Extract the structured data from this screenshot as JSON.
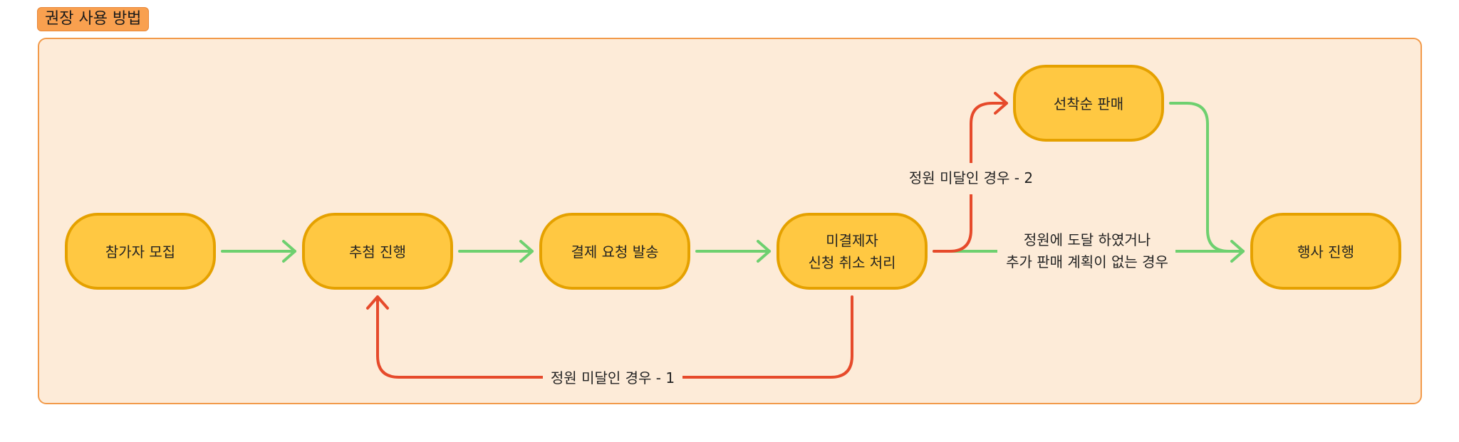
{
  "section": {
    "title": "권장 사용 방법"
  },
  "colors": {
    "panel_bg": "#FDEBD8",
    "panel_border": "#F29A4A",
    "node_fill": "#FFC842",
    "node_border": "#E5A100",
    "flow_main": "#6ED06F",
    "flow_exception": "#E64A2B"
  },
  "nodes": {
    "recruit": {
      "lines": [
        "참가자 모집"
      ]
    },
    "lottery": {
      "lines": [
        "추첨 진행"
      ]
    },
    "payment": {
      "lines": [
        "결제 요청 발송"
      ]
    },
    "cancel": {
      "lines": [
        "미결제자",
        "신청 취소 처리"
      ]
    },
    "firstcome": {
      "lines": [
        "선착순 판매"
      ]
    },
    "event": {
      "lines": [
        "행사 진행"
      ]
    }
  },
  "edges": {
    "under_quota_1": {
      "lines": [
        "정원 미달인 경우 - 1"
      ]
    },
    "under_quota_2": {
      "lines": [
        "정원 미달인 경우 - 2"
      ]
    },
    "quota_reached": {
      "lines": [
        "정원에 도달 하였거나",
        "추가 판매 계획이 없는 경우"
      ]
    }
  }
}
